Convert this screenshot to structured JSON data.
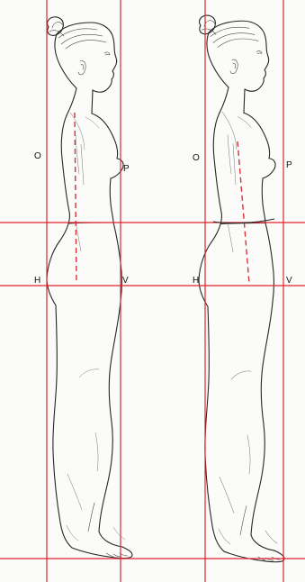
{
  "colors": {
    "background": "#fbfbf9",
    "guide_line": "#e1242d",
    "figure_line": "#262626",
    "dashed_line": "#d8323a",
    "label_text": "#111111"
  },
  "figures": [
    {
      "name": "left-figure",
      "labels": {
        "shoulder_left": "O",
        "chest_right": "P",
        "hip_left": "H",
        "hip_right": "V"
      }
    },
    {
      "name": "right-figure",
      "labels": {
        "shoulder_left": "O",
        "chest_right": "P",
        "hip_left": "H",
        "hip_right": "V"
      }
    }
  ]
}
